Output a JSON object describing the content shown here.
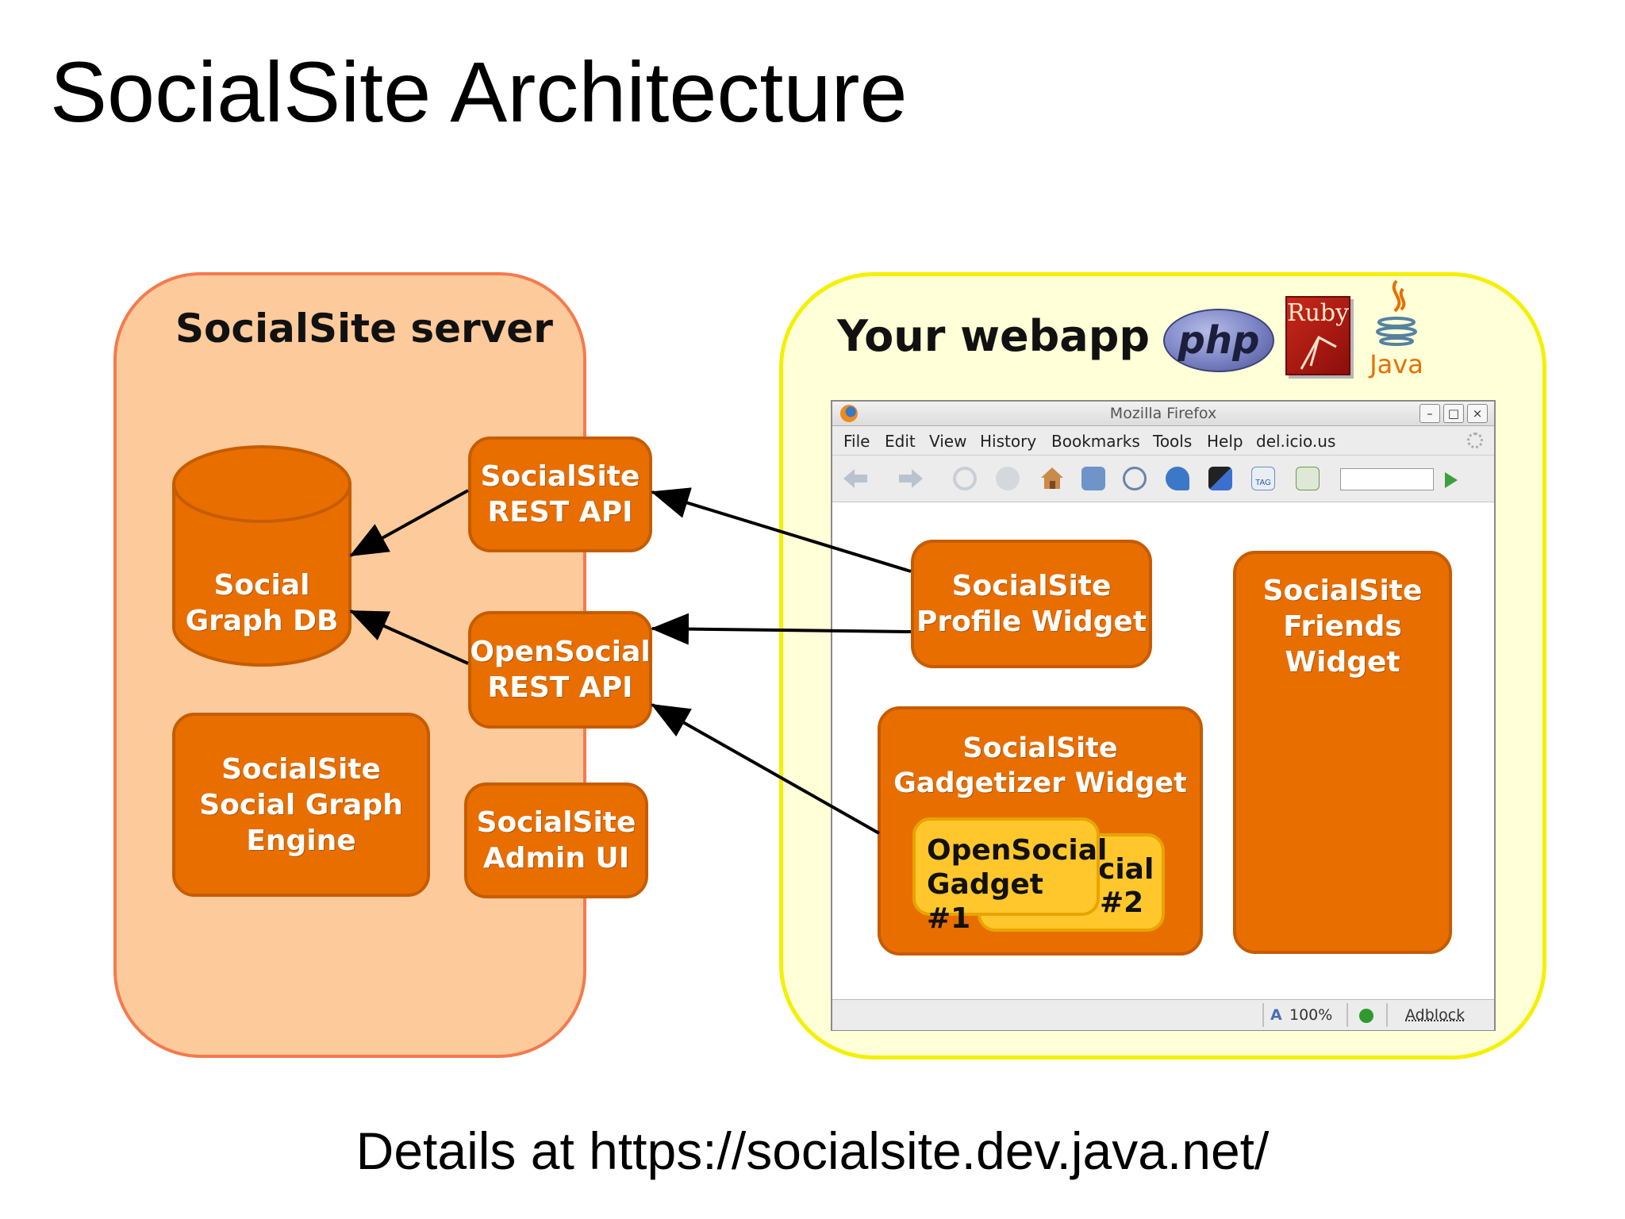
{
  "title": "SocialSite Architecture",
  "footer": "Details at https://socialsite.dev.java.net/",
  "server": {
    "heading": "SocialSite server",
    "graph_db": [
      "Social",
      "Graph DB"
    ],
    "rest_api": [
      "SocialSite",
      "REST API"
    ],
    "opensocial_api": [
      "OpenSocial",
      "REST API"
    ],
    "graph_engine": [
      "SocialSite",
      "Social Graph",
      "Engine"
    ],
    "admin_ui": [
      "SocialSite",
      "Admin UI"
    ]
  },
  "webapp": {
    "heading": "Your webapp",
    "logos": {
      "php": "php",
      "ruby": "Ruby",
      "java": "Java"
    },
    "browser": {
      "title": "Mozilla Firefox",
      "menu": [
        "File",
        "Edit",
        "View",
        "History",
        "Bookmarks",
        "Tools",
        "Help",
        "del.icio.us"
      ],
      "status": {
        "zoom": "100%",
        "adblock": "Adblock"
      }
    },
    "profile_widget": [
      "SocialSite",
      "Profile Widget"
    ],
    "friends_widget": [
      "SocialSite",
      "Friends",
      "Widget"
    ],
    "gadgetizer_widget": [
      "SocialSite",
      "Gadgetizer Widget"
    ],
    "gadget2_visible": [
      "cial",
      "#2"
    ],
    "gadget1": [
      "OpenSocial",
      "Gadget #1"
    ]
  },
  "colors": {
    "orange_box": "#e86e00",
    "server_bg": "#fdca9b",
    "webapp_bg": "#ffffd8",
    "webapp_border": "#f4f000",
    "gadget_yellow": "#ffc72c"
  }
}
